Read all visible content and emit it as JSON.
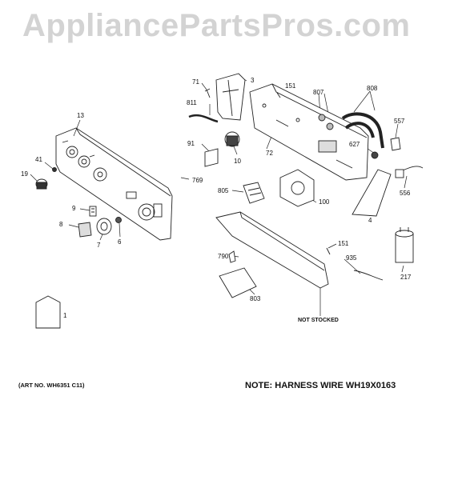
{
  "watermark": "AppliancePartsPros.com",
  "callouts": {
    "c1": "1",
    "c3": "3",
    "c4": "4",
    "c6": "6",
    "c7": "7",
    "c8": "8",
    "c9": "9",
    "c10": "10",
    "c13": "13",
    "c19": "19",
    "c41": "41",
    "c71": "71",
    "c72": "72",
    "c91": "91",
    "c100": "100",
    "c151a": "151",
    "c151b": "151",
    "c217": "217",
    "c556": "556",
    "c557": "557",
    "c627": "627",
    "c769": "769",
    "c790": "790",
    "c803": "803",
    "c805": "805",
    "c807": "807",
    "c808": "808",
    "c811": "811",
    "c935": "935"
  },
  "not_stocked": "NOT STOCKED",
  "art_no": "(ART NO. WH6351 C11)",
  "note": "NOTE: HARNESS WIRE WH19X0163"
}
